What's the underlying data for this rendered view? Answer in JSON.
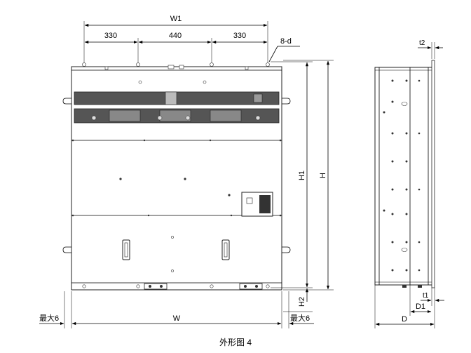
{
  "dimensions": {
    "w1": "W1",
    "w": "W",
    "h": "H",
    "h1": "H1",
    "h2": "H2",
    "d": "D",
    "d1": "D1",
    "t1": "t1",
    "t2": "t2",
    "pitch_1": "330",
    "pitch_2": "440",
    "pitch_3": "330",
    "mounting_holes": "8-d",
    "max_left": "最大6",
    "max_right": "最大6"
  },
  "caption": "外形图 4"
}
